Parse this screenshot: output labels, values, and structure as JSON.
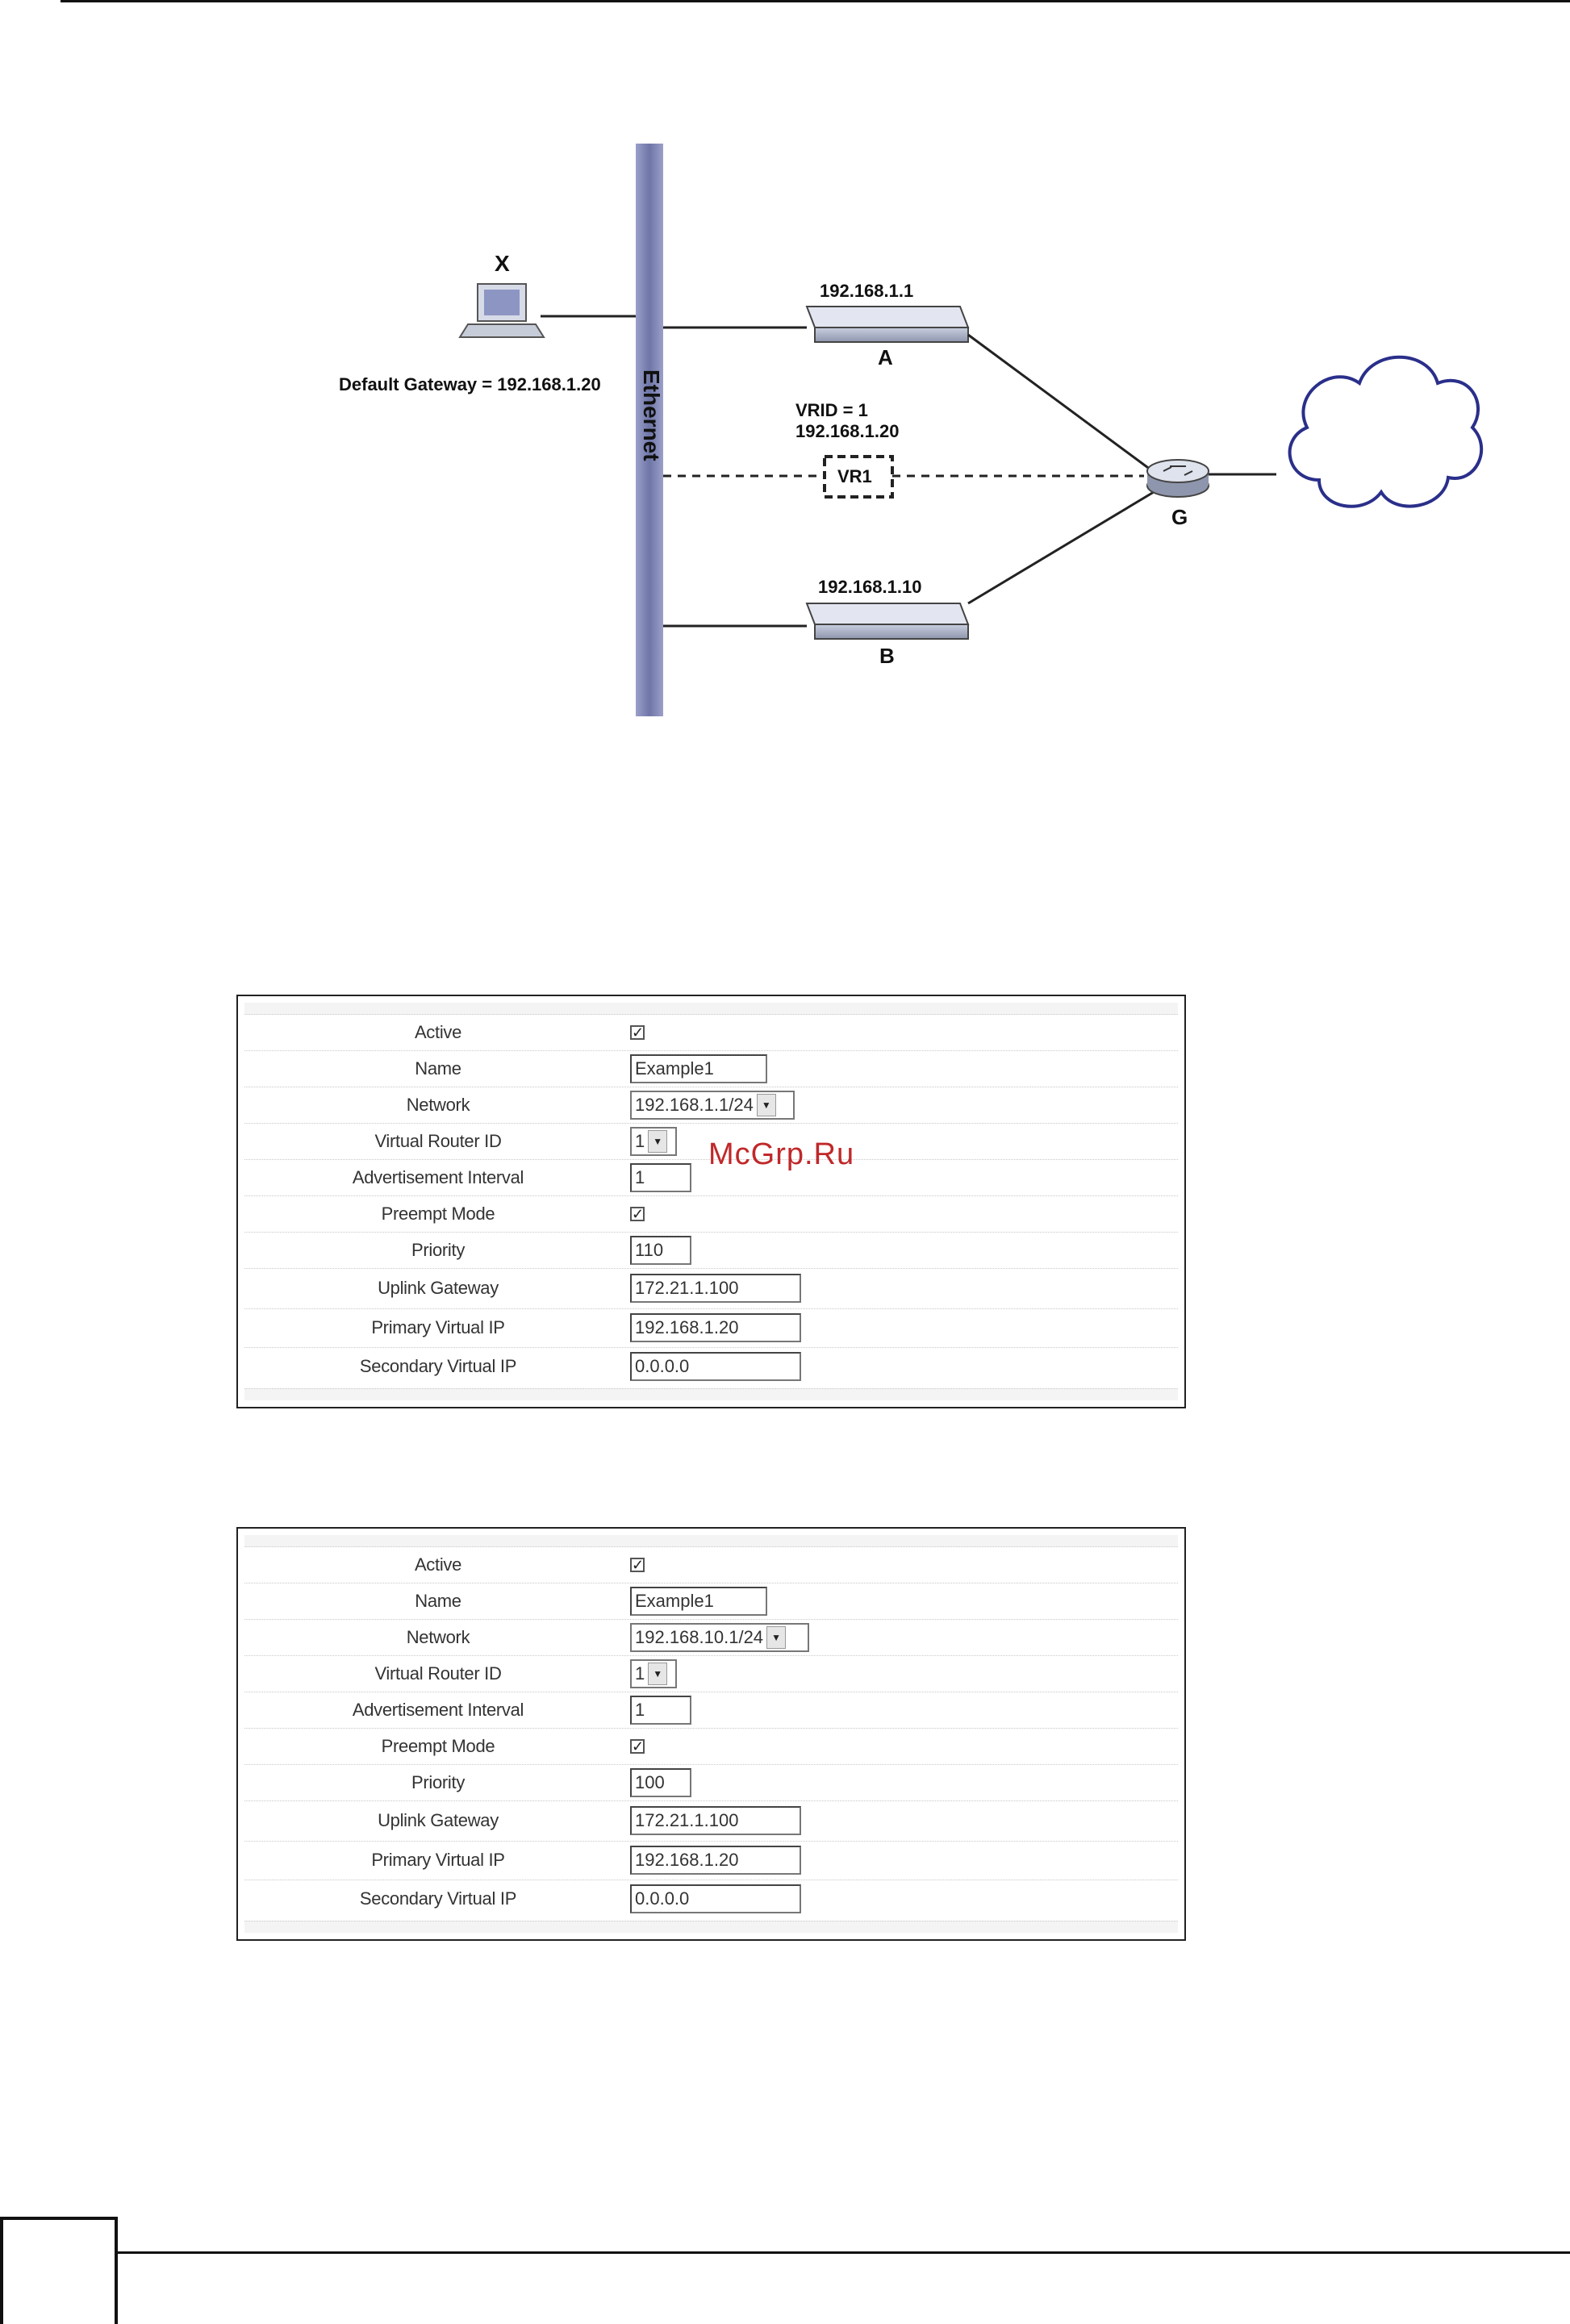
{
  "diagram": {
    "pc_label": "X",
    "default_gateway": "Default Gateway = 192.168.1.20",
    "ethernet_label": "Ethernet",
    "switch_a_ip": "192.168.1.1",
    "switch_a_label": "A",
    "vrid_label": "VRID = 1",
    "vr_ip": "192.168.1.20",
    "vr_label": "VR1",
    "switch_b_ip": "192.168.1.10",
    "switch_b_label": "B",
    "gateway_label": "G"
  },
  "panel_a": {
    "rows": [
      {
        "label": "Active",
        "checked": true
      },
      {
        "label": "Name",
        "value": "Example1"
      },
      {
        "label": "Network",
        "value": "192.168.1.1/24"
      },
      {
        "label": "Virtual Router ID",
        "value": "1"
      },
      {
        "label": "Advertisement Interval",
        "value": "1"
      },
      {
        "label": "Preempt Mode",
        "checked": true
      },
      {
        "label": "Priority",
        "value": "110"
      },
      {
        "label": "Uplink Gateway",
        "value": "172.21.1.100"
      },
      {
        "label": "Primary Virtual IP",
        "value": "192.168.1.20"
      },
      {
        "label": "Secondary Virtual IP",
        "value": "0.0.0.0"
      }
    ]
  },
  "panel_b": {
    "rows": [
      {
        "label": "Active",
        "checked": true
      },
      {
        "label": "Name",
        "value": "Example1"
      },
      {
        "label": "Network",
        "value": "192.168.10.1/24"
      },
      {
        "label": "Virtual Router ID",
        "value": "1"
      },
      {
        "label": "Advertisement Interval",
        "value": "1"
      },
      {
        "label": "Preempt Mode",
        "checked": true
      },
      {
        "label": "Priority",
        "value": "100"
      },
      {
        "label": "Uplink Gateway",
        "value": "172.21.1.100"
      },
      {
        "label": "Primary Virtual IP",
        "value": "192.168.1.20"
      },
      {
        "label": "Secondary Virtual IP",
        "value": "0.0.0.0"
      }
    ]
  },
  "watermark": "McGrp.Ru",
  "checkbox_glyph": "✓",
  "dropdown_glyph": "▼"
}
